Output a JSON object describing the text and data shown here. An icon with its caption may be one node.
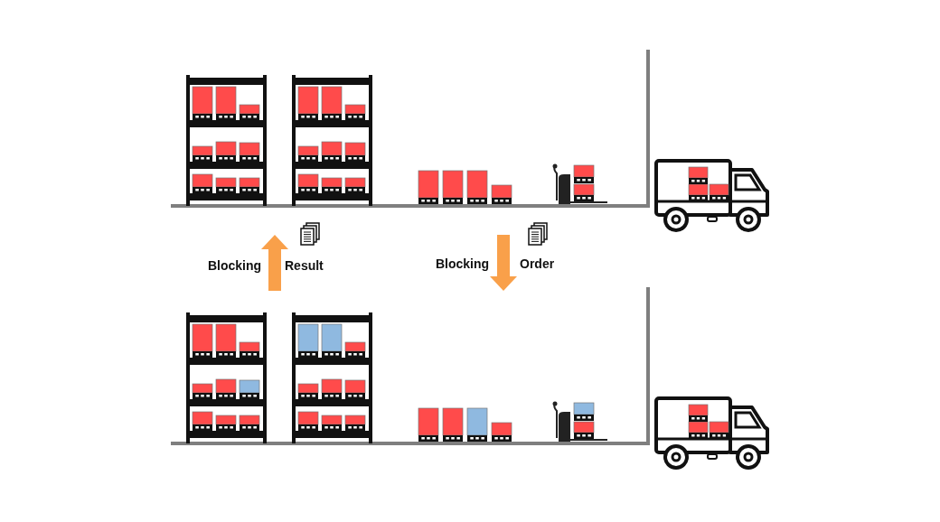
{
  "diagram": {
    "labels": [
      "Blocking",
      "Result",
      "Blocking",
      "Order"
    ]
  }
}
